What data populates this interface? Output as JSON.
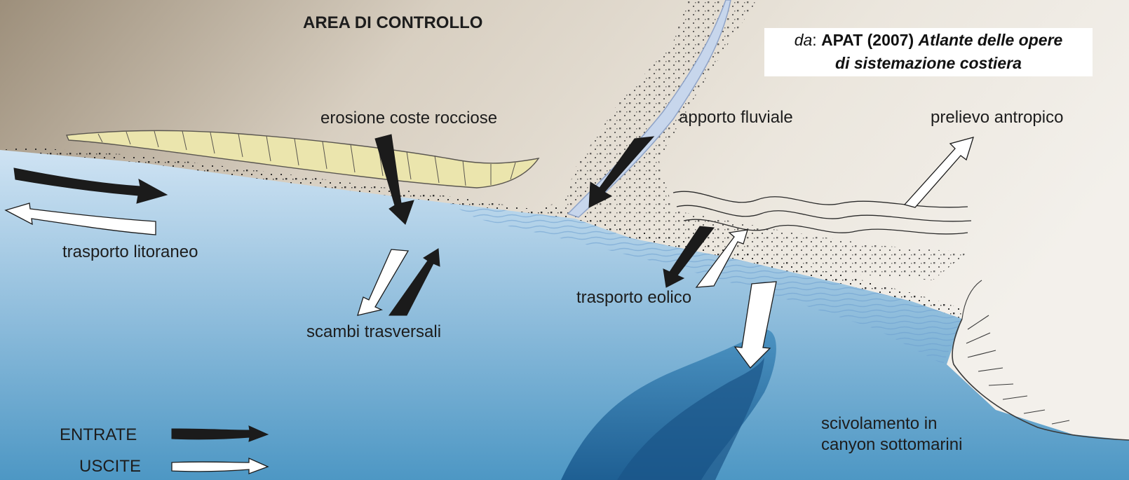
{
  "title": "AREA DI CONTROLLO",
  "source": {
    "prefix": "da",
    "separator": ": ",
    "author": "APAT (2007) ",
    "work_line1": "Atlante delle opere",
    "work_line2": "di sistemazione costiera"
  },
  "labels": {
    "rock_erosion": "erosione coste rocciose",
    "river_input": "apporto fluviale",
    "human_removal": "prelievo antropico",
    "longshore": "trasporto litoraneo",
    "cross_shore": "scambi trasversali",
    "aeolian": "trasporto eolico",
    "canyon_line1": "scivolamento in",
    "canyon_line2": "canyon sottomarini"
  },
  "legend": {
    "inputs": "ENTRATE",
    "outputs": "USCITE"
  },
  "colors": {
    "land_top": "#a89a86",
    "land_light": "#f2efe9",
    "sea_light": "#c3dcef",
    "sea_deep": "#3f8ebd",
    "canyon": "#1f6ea6",
    "cliff": "#e8e2a8",
    "input_arrow": "#1b1b1b",
    "output_arrow": "#ffffff"
  }
}
